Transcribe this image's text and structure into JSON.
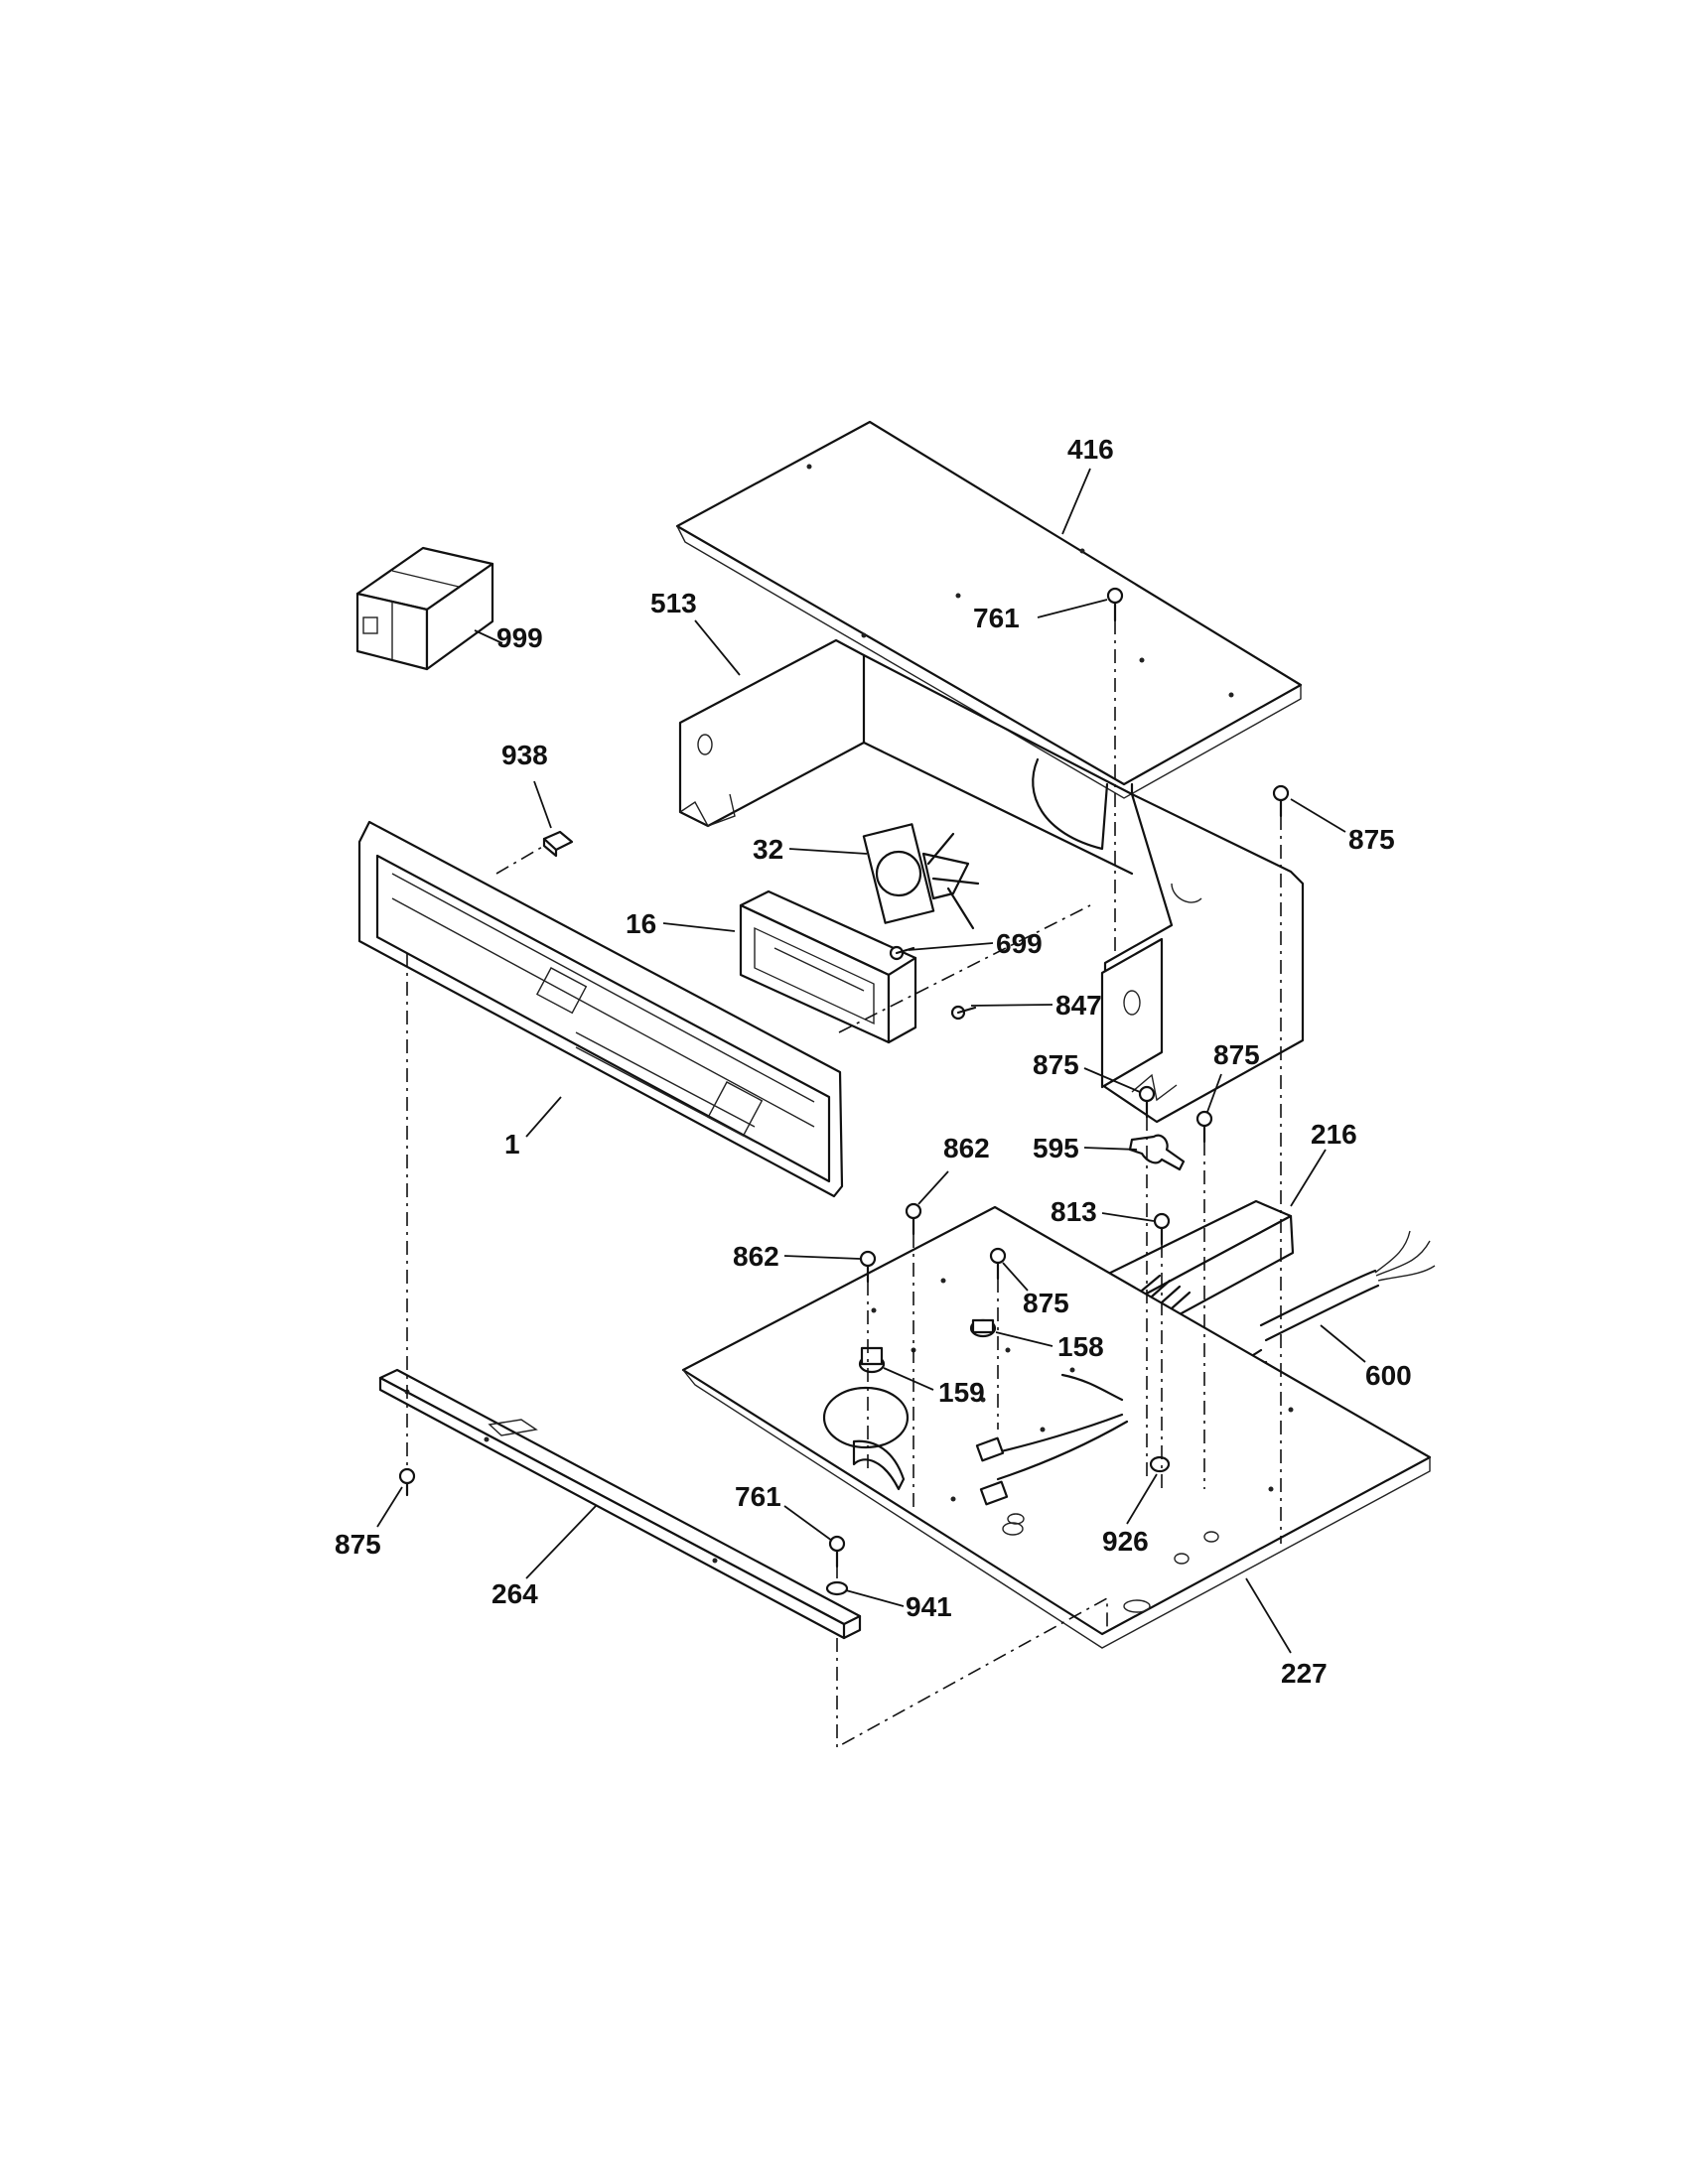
{
  "callouts": {
    "c416": "416",
    "c761a": "761",
    "c513": "513",
    "c999": "999",
    "c938": "938",
    "c875a": "875",
    "c32": "32",
    "c16": "16",
    "c699": "699",
    "c847": "847",
    "c1": "1",
    "c875b": "875",
    "c875c": "875",
    "c595": "595",
    "c216": "216",
    "c862a": "862",
    "c813": "813",
    "c862b": "862",
    "c875d": "875",
    "c158": "158",
    "c600": "600",
    "c159": "159",
    "c761b": "761",
    "c875e": "875",
    "c926": "926",
    "c264": "264",
    "c941": "941",
    "c227": "227"
  }
}
